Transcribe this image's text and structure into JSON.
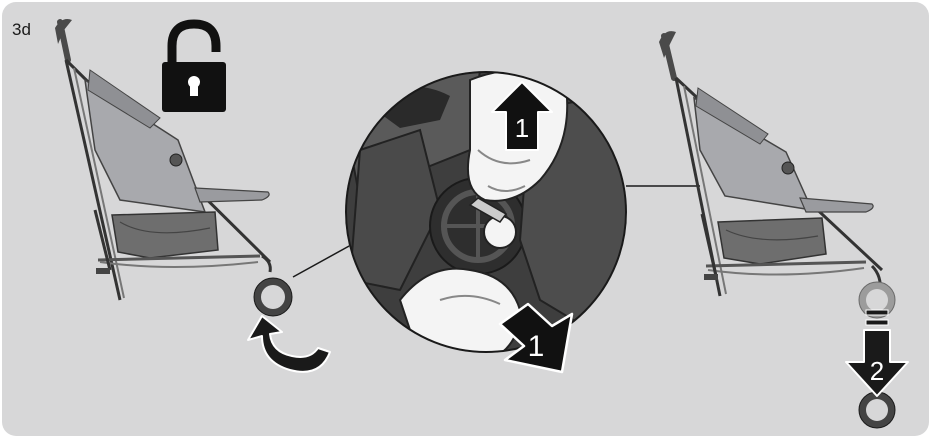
{
  "step_label": "3d",
  "callouts": {
    "arrow_up_number": "1",
    "arrow_down_number": "1",
    "arrow_release_number": "2"
  },
  "icons": {
    "padlock": "unlock-icon",
    "rotate": "rotate-arrow-icon"
  },
  "colors": {
    "panel": "#d7d7d8",
    "dark": "#1a1a1a",
    "frame": "#5a5a5a",
    "seat": "#a8a9ad",
    "basket": "#6e6e6e"
  }
}
